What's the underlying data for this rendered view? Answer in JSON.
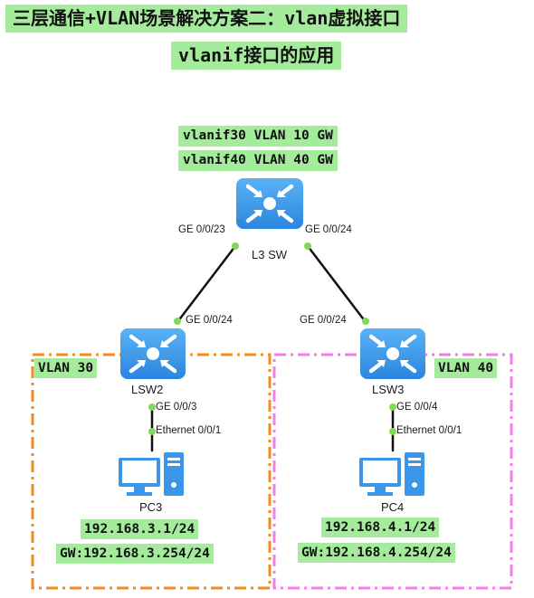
{
  "title": {
    "line1": "三层通信+VLAN场景解决方案二：vlan虚拟接口",
    "line2": "vlanif接口的应用"
  },
  "core": {
    "label": "L3 SW",
    "gw_lines": [
      "vlanif30 VLAN 10 GW",
      "vlanif40 VLAN 40 GW"
    ],
    "left_port": "GE 0/0/23",
    "right_port": "GE 0/0/24"
  },
  "left": {
    "switch": "LSW2",
    "uplink_port": "GE 0/0/24",
    "down_port": "GE 0/0/3",
    "pc_port": "Ethernet 0/0/1",
    "pc": "PC3",
    "ip": "192.168.3.1/24",
    "gw": "GW:192.168.3.254/24",
    "vlan": "VLAN 30",
    "zone_color": "#f28a1f"
  },
  "right": {
    "switch": "LSW3",
    "uplink_port": "GE 0/0/24",
    "down_port": "GE 0/0/4",
    "pc_port": "Ethernet 0/0/1",
    "pc": "PC4",
    "ip": "192.168.4.1/24",
    "gw": "GW:192.168.4.254/24",
    "vlan": "VLAN 40",
    "zone_color": "#f57ee6"
  },
  "colors": {
    "highlight": "#a5eb9c",
    "port_dot": "#7ed957",
    "switch_blue": "#3a96e8",
    "link": "#111111"
  },
  "icons": [
    "switch-icon",
    "pc-icon"
  ]
}
